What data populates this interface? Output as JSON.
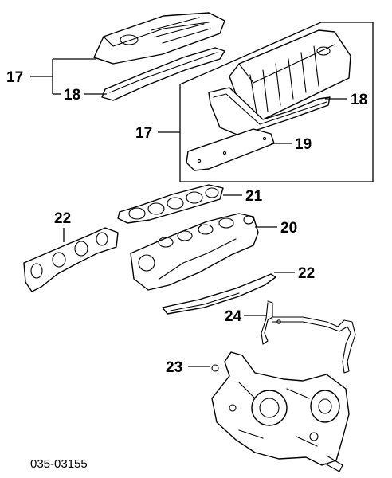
{
  "diagram": {
    "callouts": {
      "c17_top": "17",
      "c18_top": "18",
      "c17_inset": "17",
      "c18_inset": "18",
      "c19": "19",
      "c21": "21",
      "c22_left": "22",
      "c20": "20",
      "c22_right": "22",
      "c24": "24",
      "c23": "23"
    },
    "catalog_code": "035-03155"
  }
}
